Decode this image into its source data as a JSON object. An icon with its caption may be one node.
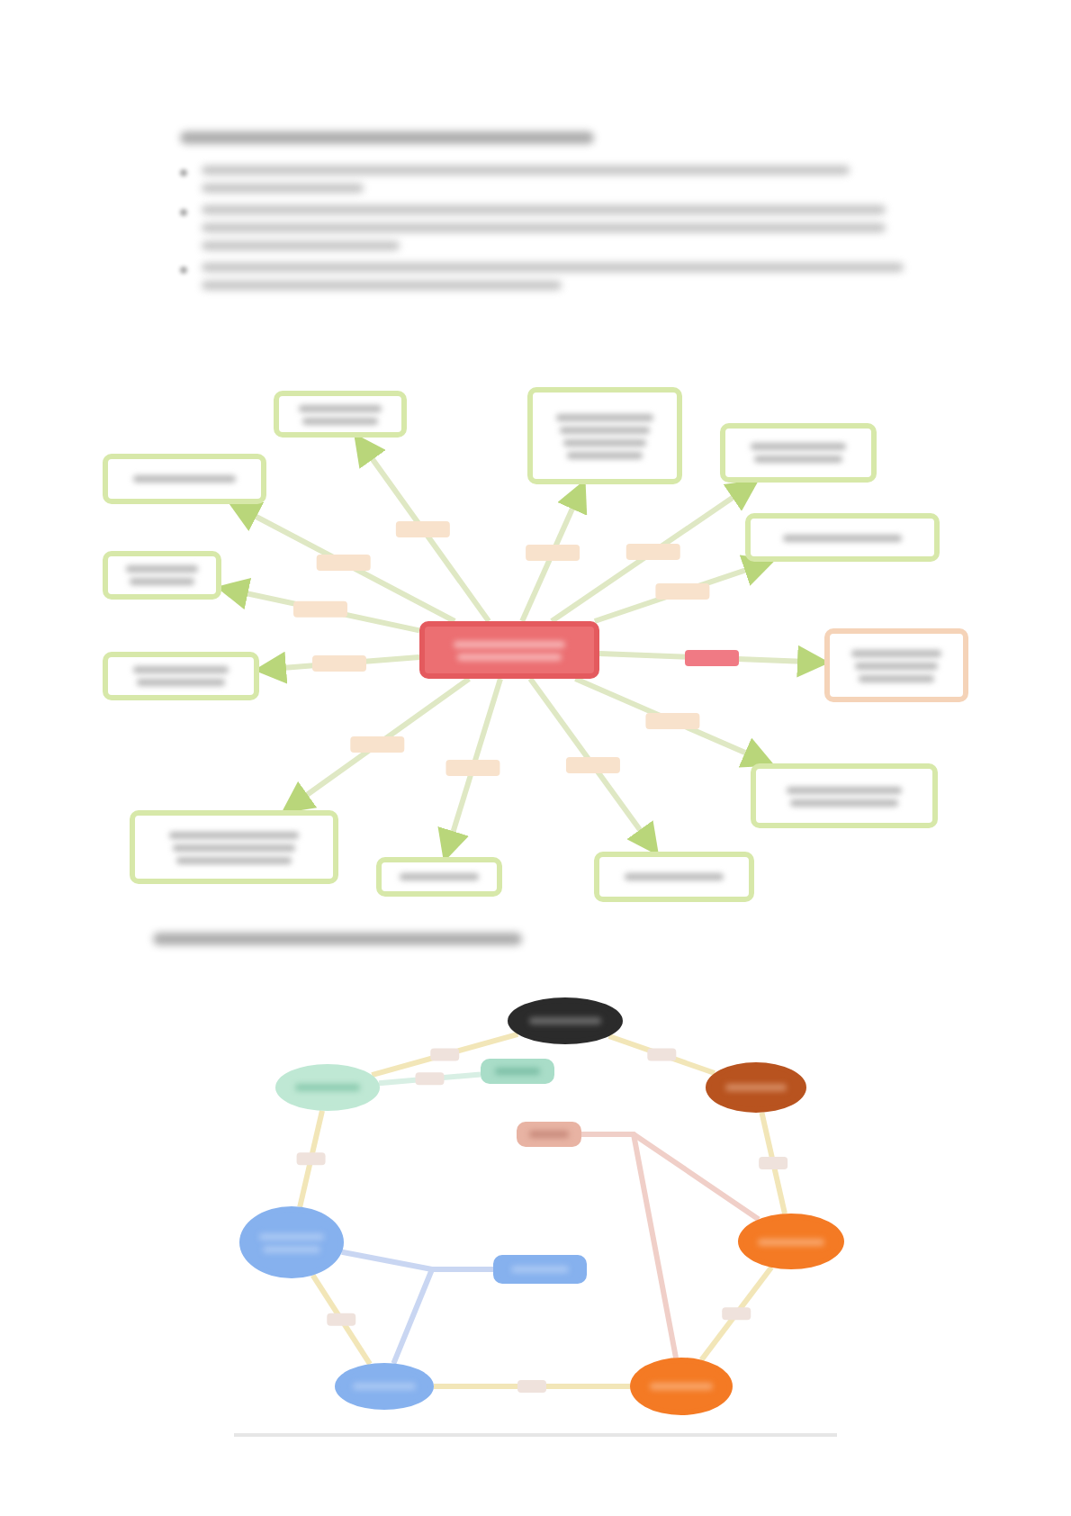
{
  "diagram": {
    "nodes": [
      {
        "text": [],
        "shape": "box"
      },
      {
        "text": [],
        "shape": "box"
      },
      {
        "text": [],
        "shape": "box"
      },
      {
        "text": [],
        "shape": "box"
      },
      {
        "text": [],
        "shape": "box"
      },
      {
        "text": [],
        "shape": "box"
      },
      {
        "text": [],
        "shape": "box"
      },
      {
        "text": [],
        "shape": "box"
      },
      {
        "text": [],
        "shape": "box"
      },
      {
        "text": [],
        "shape": "box"
      },
      {
        "text": [],
        "shape": "box"
      },
      {
        "text": [],
        "shape": "box"
      },
      {
        "text": [],
        "shape": "box"
      },
      {
        "text": [],
        "shape": "ellipse"
      },
      {
        "text": [],
        "shape": "ellipse"
      },
      {
        "text": [],
        "shape": "box"
      },
      {
        "text": [],
        "shape": "ellipse"
      },
      {
        "text": [],
        "shape": "box"
      },
      {
        "text": [],
        "shape": "ellipse"
      },
      {
        "text": [],
        "shape": "box"
      },
      {
        "text": [],
        "shape": "ellipse"
      },
      {
        "text": [],
        "shape": "ellipse"
      },
      {
        "text": [],
        "shape": "ellipse"
      }
    ],
    "edges": [
      {
        "from": 0,
        "to": 1,
        "arrow": "to"
      },
      {
        "from": 0,
        "to": 2,
        "arrow": "to"
      },
      {
        "from": 0,
        "to": 3,
        "arrow": "to"
      },
      {
        "from": 0,
        "to": 4,
        "arrow": "to"
      },
      {
        "from": 0,
        "to": 5,
        "arrow": "to"
      },
      {
        "from": 0,
        "to": 6,
        "arrow": "to"
      },
      {
        "from": 0,
        "to": 7,
        "arrow": "to"
      },
      {
        "from": 0,
        "to": 8,
        "arrow": "to"
      },
      {
        "from": 0,
        "to": 9,
        "arrow": "to"
      },
      {
        "from": 0,
        "to": 10,
        "arrow": "to"
      },
      {
        "from": 0,
        "to": 11,
        "arrow": "to"
      },
      {
        "from": 0,
        "to": 12,
        "arrow": "to"
      },
      {
        "from": 13,
        "to": 16,
        "arrow": "none",
        "color": "#f2e6b8"
      },
      {
        "from": 16,
        "to": 20,
        "arrow": "none",
        "color": "#f2e6b8"
      },
      {
        "from": 20,
        "to": 21,
        "arrow": "none",
        "color": "#f2e6b8"
      },
      {
        "from": 21,
        "to": 22,
        "arrow": "none",
        "color": "#f2e6b8"
      },
      {
        "from": 22,
        "to": 18,
        "arrow": "none",
        "color": "#f2e6b8"
      },
      {
        "from": 18,
        "to": 14,
        "arrow": "none",
        "color": "#f2e6b8"
      },
      {
        "from": 14,
        "to": 13,
        "arrow": "none",
        "color": "#f2e6b8"
      },
      {
        "from": 14,
        "to": 15,
        "arrow": "none",
        "color": "#d8efe4"
      },
      {
        "from": 17,
        "to": 20,
        "arrow": "none",
        "color": "#f0cfc8"
      },
      {
        "from": 17,
        "to": 21,
        "arrow": "none",
        "color": "#f0cfc8"
      },
      {
        "from": 19,
        "to": 18,
        "arrow": "none",
        "color": "#c9d6f2"
      },
      {
        "from": 19,
        "to": 22,
        "arrow": "none",
        "color": "#c9d6f2"
      }
    ]
  }
}
